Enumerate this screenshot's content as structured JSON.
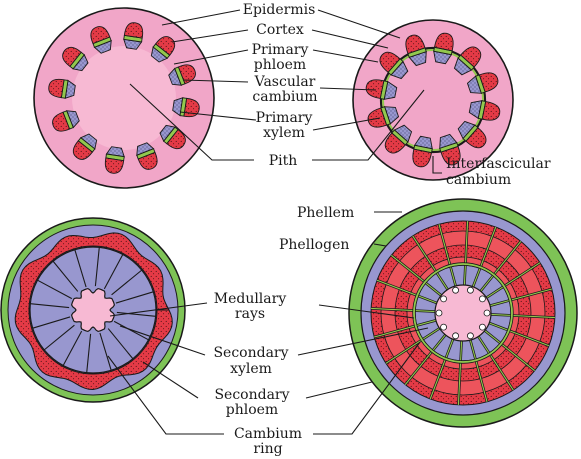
{
  "labels": {
    "epidermis": "Epidermis",
    "cortex": "Cortex",
    "primary_phloem": [
      "Primary",
      "phloem"
    ],
    "vascular_cambium": [
      "Vascular",
      "cambium"
    ],
    "primary_xylem": [
      "Primary",
      "xylem"
    ],
    "pith": "Pith",
    "interfascicular_cambium": [
      "Interfascicular",
      "cambium"
    ],
    "phellem": "Phellem",
    "phellogen": "Phellogen",
    "medullary_rays": [
      "Medullary",
      "rays"
    ],
    "secondary_xylem": [
      "Secondary",
      "xylem"
    ],
    "secondary_phloem": [
      "Secondary",
      "phloem"
    ],
    "cambium_ring": [
      "Cambium",
      "ring"
    ]
  },
  "colors": {
    "cortex_pink": "#f1a6c8",
    "phloem_red": "#e43a46",
    "cambium_green": "#92c84e",
    "xylem_lavender": "#9897cf",
    "pith_pink": "#f7b9d3",
    "outline": "#1a1a1a",
    "cork_green": "#7ec356",
    "secondary_phloem_red": "#ed545c"
  }
}
